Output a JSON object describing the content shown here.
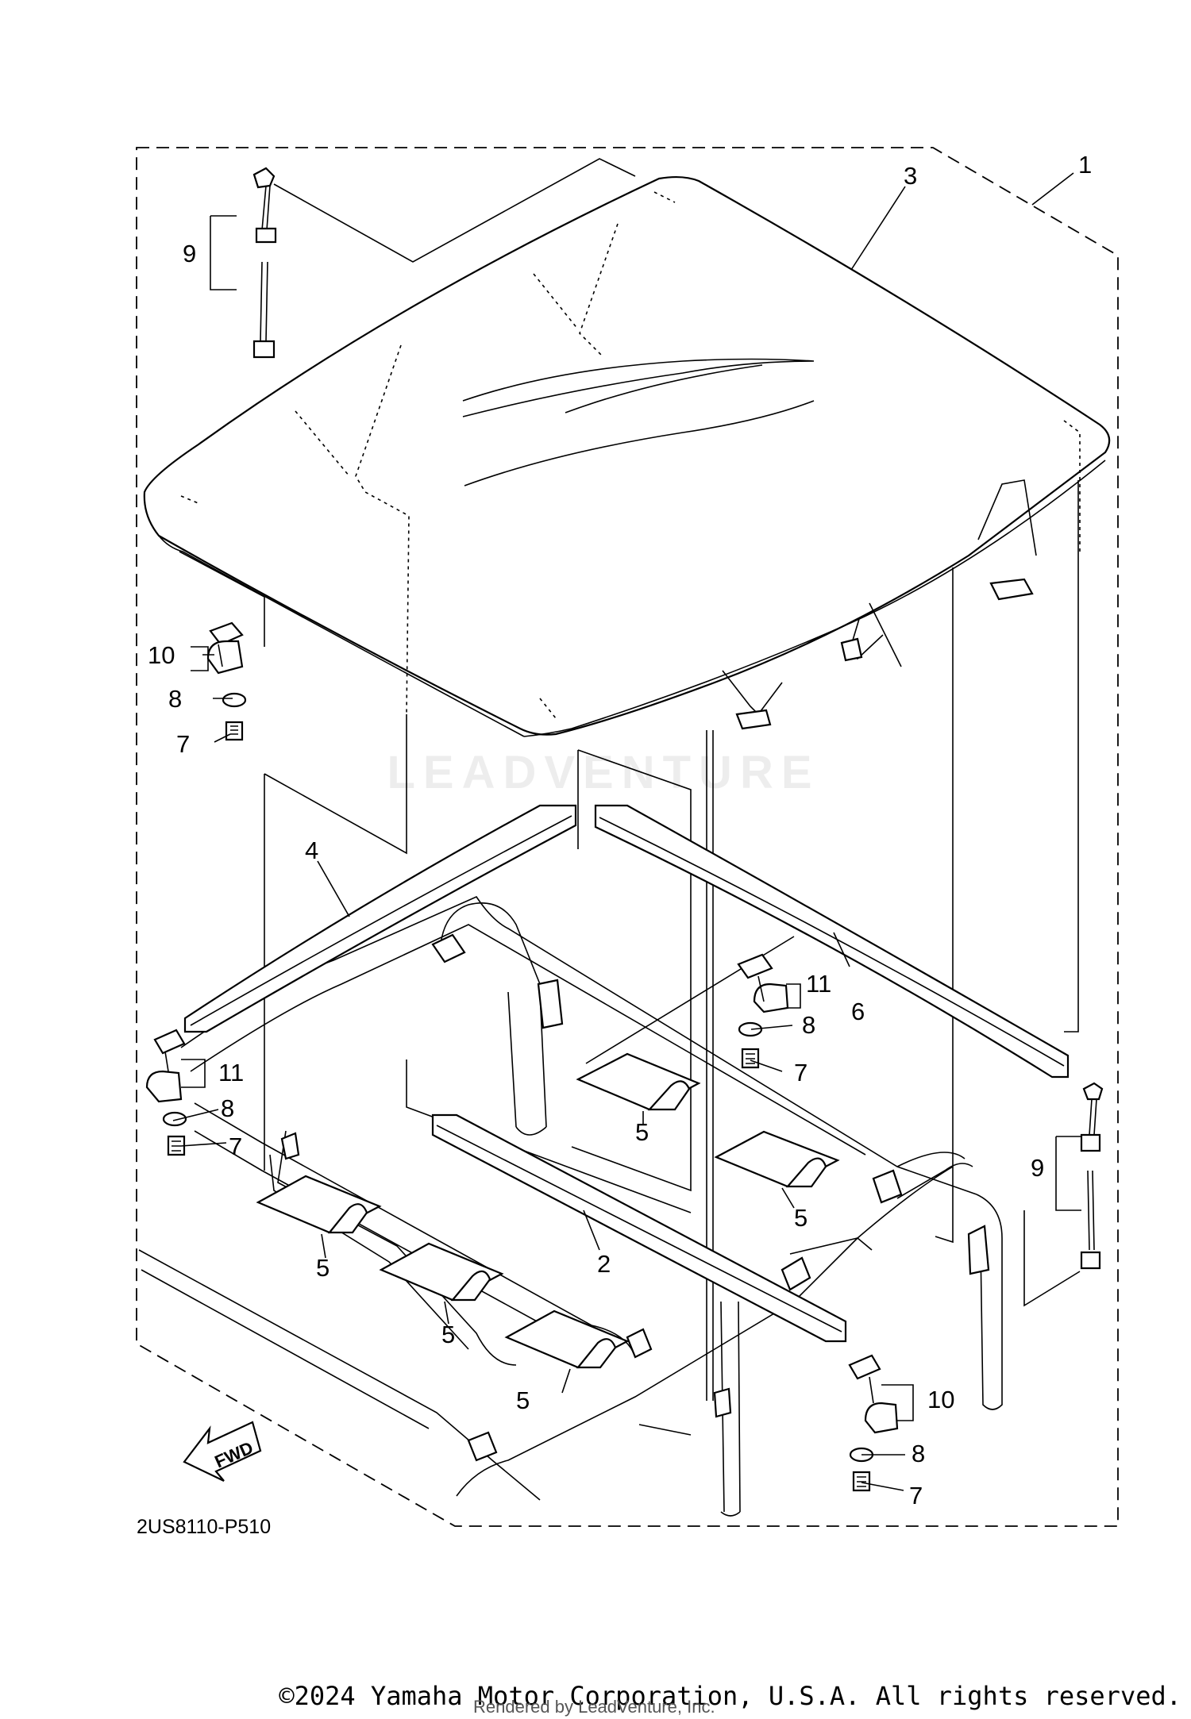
{
  "diagram": {
    "code": "2US8110-P510",
    "fwd_label": "FWD",
    "callouts": {
      "c1": "1",
      "c2": "2",
      "c3": "3",
      "c4": "4",
      "c5a": "5",
      "c5b": "5",
      "c5c": "5",
      "c5d": "5",
      "c5e": "5",
      "c6": "6",
      "c7a": "7",
      "c7b": "7",
      "c7c": "7",
      "c7d": "7",
      "c8a": "8",
      "c8b": "8",
      "c8c": "8",
      "c8d": "8",
      "c9a": "9",
      "c9b": "9",
      "c10a": "10",
      "c10b": "10",
      "c11a": "11",
      "c11b": "11"
    }
  },
  "watermark": "LEADVENTURE",
  "footer": {
    "copyright": "©2024 Yamaha Motor Corporation, U.S.A. All rights reserved.",
    "rendered_by": "Rendered by LeadVenture, Inc."
  }
}
